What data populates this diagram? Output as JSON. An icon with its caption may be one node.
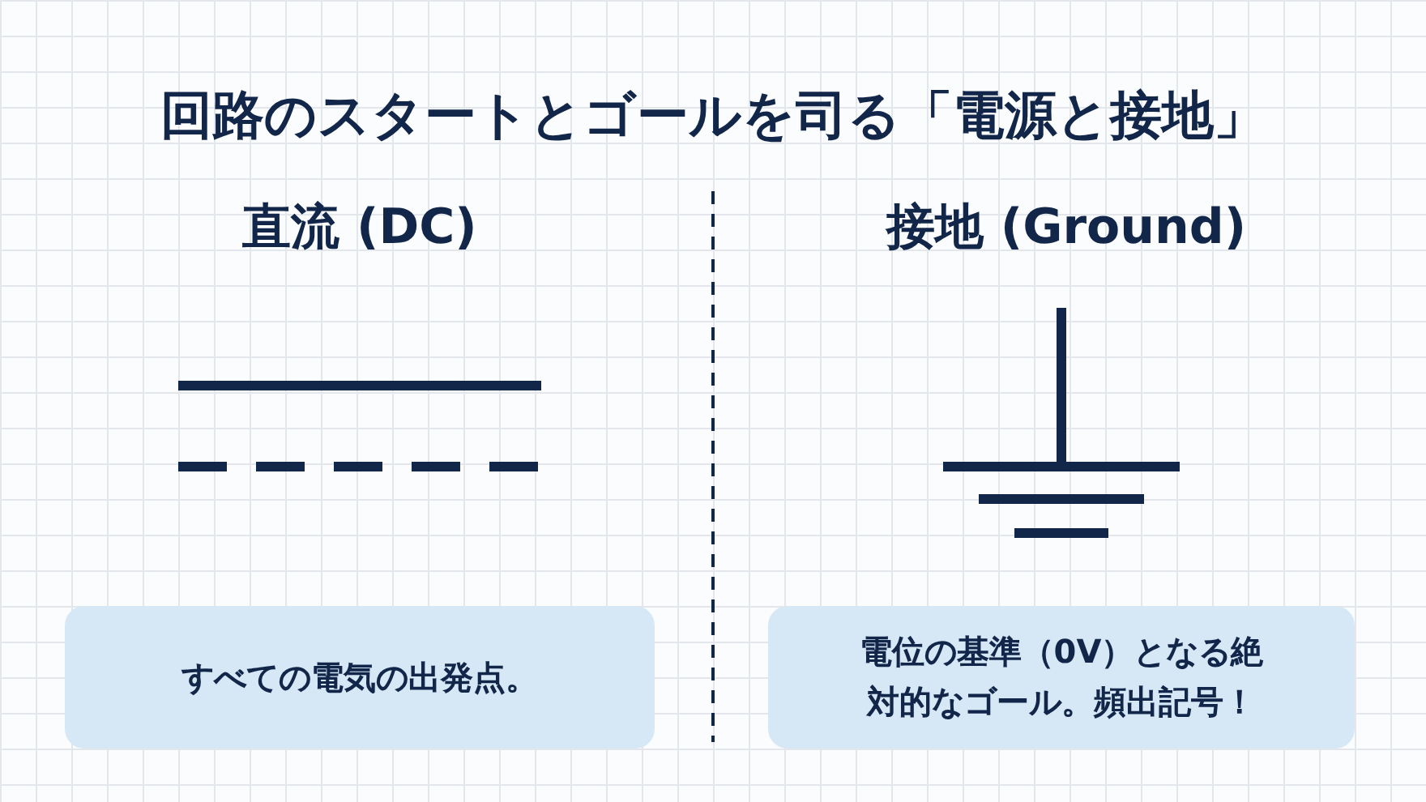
{
  "diagram": {
    "title": "回路のスタートとゴールを司る「電源と接地」",
    "nodes": [
      {
        "text": [
          "すべての電気の出発点。"
        ]
      },
      {
        "text": [
          "電位の基準（0V）となる絶対的なゴール。頻出記号！"
        ]
      }
    ],
    "edges": [],
    "labels": [
      "直流 (DC)",
      "接地 (Ground)"
    ]
  }
}
